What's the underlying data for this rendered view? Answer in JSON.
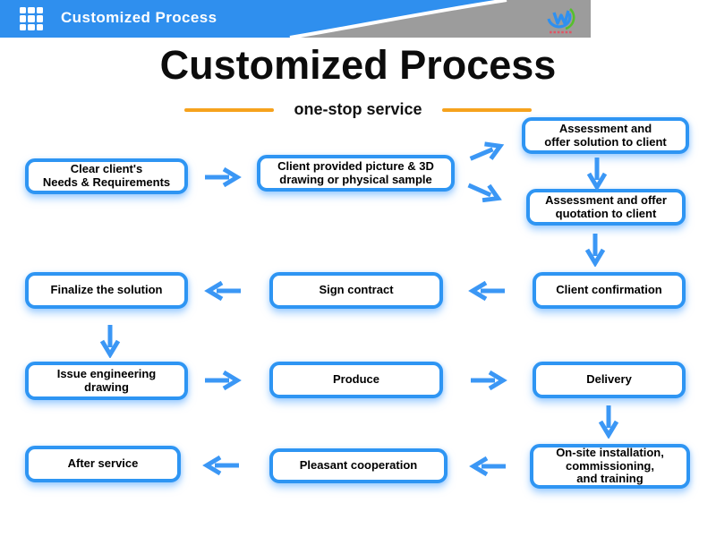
{
  "header": {
    "title": "Customized Process"
  },
  "hero": {
    "title": "Customized Process",
    "subtitle": "one-stop service"
  },
  "flow": {
    "boxes": [
      {
        "id": "clear-needs",
        "label": "Clear client's\nNeeds & Requirements"
      },
      {
        "id": "client-provided",
        "label": "Client provided picture & 3D\ndrawing or physical sample"
      },
      {
        "id": "offer-solution",
        "label": "Assessment and\noffer solution to client"
      },
      {
        "id": "offer-quotation",
        "label": "Assessment and offer\nquotation to client"
      },
      {
        "id": "client-confirmation",
        "label": "Client confirmation"
      },
      {
        "id": "sign-contract",
        "label": "Sign contract"
      },
      {
        "id": "finalize-solution",
        "label": "Finalize the solution"
      },
      {
        "id": "issue-drawing",
        "label": "Issue engineering\ndrawing"
      },
      {
        "id": "produce",
        "label": "Produce"
      },
      {
        "id": "delivery",
        "label": "Delivery"
      },
      {
        "id": "onsite-installation",
        "label": "On-site installation,\ncommissioning,\nand training"
      },
      {
        "id": "pleasant-cooperation",
        "label": "Pleasant cooperation"
      },
      {
        "id": "after-service",
        "label": "After service"
      }
    ]
  },
  "colors": {
    "accent_blue": "#2e95f3",
    "arrow_blue": "#3b97f5",
    "orange": "#f6a21d",
    "header_blue": "#2f8fee",
    "header_gray": "#9c9c9c"
  }
}
